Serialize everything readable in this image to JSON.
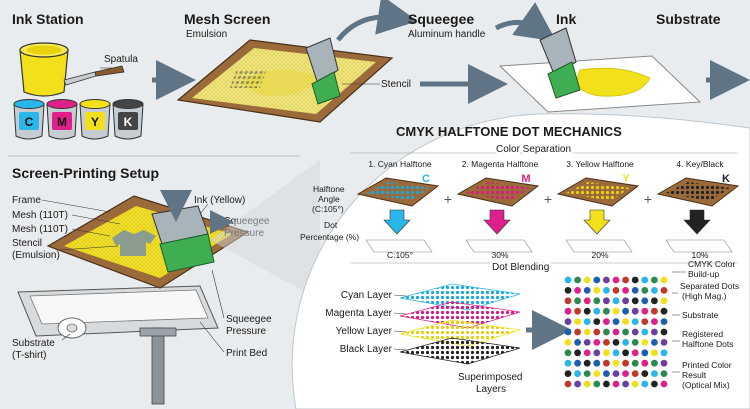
{
  "top": {
    "ink_station": "Ink Station",
    "spatula": "Spatula",
    "mesh_screen": "Mesh Screen",
    "emulsion": "Emulsion",
    "stencil": "Stencil",
    "squeegee": "Squeegee",
    "aluminum_handle": "Aluminum handle",
    "ink": "Ink",
    "substrate": "Substrate",
    "ink_cans": [
      "C",
      "M",
      "Y",
      "K"
    ]
  },
  "setup": {
    "title": "Screen-Printing Setup",
    "frame": "Frame",
    "mesh1": "Mesh (110T)",
    "mesh2": "Mesh (110T)",
    "stencil1": "Stencil",
    "stencil2": "(Emulsion)",
    "ink_yellow": "Ink (Yellow)",
    "squeegee_pressure1": "Squeegee",
    "squeegee_pressure2": "Pressure",
    "squeegee_lower1": "Squeegee",
    "squeegee_lower2": "Pressure",
    "print_bed": "Print Bed",
    "substrate1": "Substrate",
    "substrate2": "(T-shirt)"
  },
  "cmyk": {
    "title": "CMYK HALFTONE DOT MECHANICS",
    "color_separation": "Color Separation",
    "halftone_angle1": "Halftone",
    "halftone_angle2": "Angle",
    "halftone_angle3": "(C:105°)",
    "dot_pct1": "Dot",
    "dot_pct2": "Percentage (%)",
    "steps": [
      {
        "label": "1. Cyan Halftone",
        "letter": "C",
        "value": "C:105°",
        "color": "#29b6e8"
      },
      {
        "label": "2. Magenta Halftone",
        "letter": "M",
        "value": "30%",
        "color": "#e0208a"
      },
      {
        "label": "3. Yellow Halftone",
        "letter": "Y",
        "value": "20%",
        "color": "#f2e01b"
      },
      {
        "label": "4. Key/Black",
        "letter": "K",
        "value": "10%",
        "color": "#222222"
      }
    ],
    "dot_blending": "Dot Blending",
    "layers": [
      "Cyan Layer",
      "Magenta Layer",
      "Yellow Layer",
      "Black Layer"
    ],
    "superimposed1": "Superimposed",
    "superimposed2": "Layers",
    "right_labels": {
      "buildup1": "CMYK Color",
      "buildup2": "Build-up",
      "separated1": "Separated Dots",
      "separated2": "(High Mag.)",
      "substrate": "Substrate",
      "registered1": "Registered",
      "registered2": "Halftone Dots",
      "printed1": "Printed Color",
      "printed2": "Result",
      "printed3": "(Optical Mix)"
    }
  }
}
